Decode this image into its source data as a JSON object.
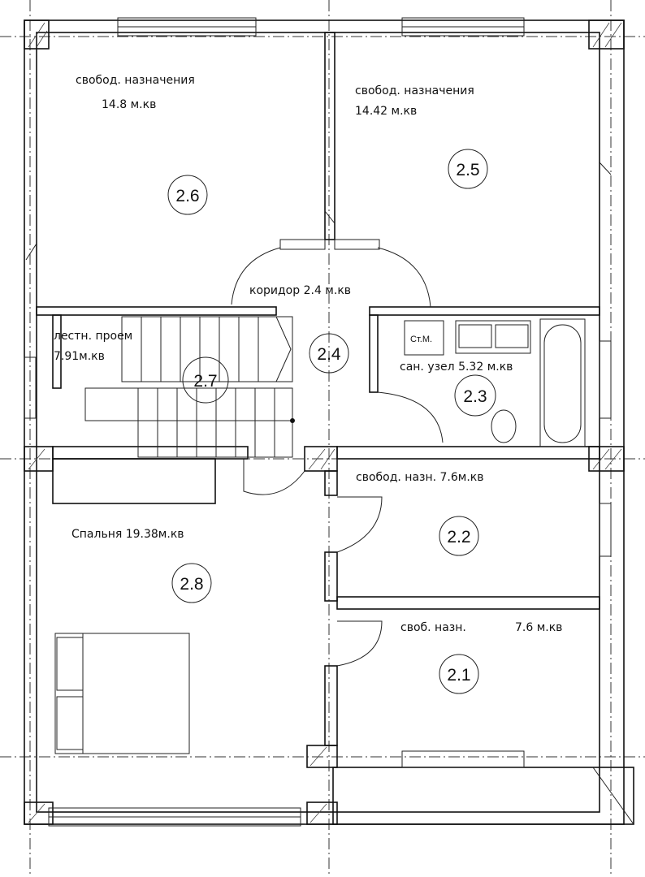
{
  "plan": {
    "rooms": [
      {
        "id": "2.6",
        "name": "свобод. назначения",
        "area": "14.8 м.кв"
      },
      {
        "id": "2.5",
        "name": "свобод. назначения",
        "area": "14.42 м.кв"
      },
      {
        "id": "2.4",
        "name": "коридор 2.4 м.кв"
      },
      {
        "id": "2.7",
        "name": "лестн. проем",
        "area": "7.91м.кв"
      },
      {
        "id": "2.3",
        "name": "сан. узел 5.32 м.кв",
        "fixture": "Ст.М."
      },
      {
        "id": "2.2",
        "name": "свобод. назн. 7.6м.кв"
      },
      {
        "id": "2.8",
        "name": "Спальня 19.38м.кв"
      },
      {
        "id": "2.1",
        "name": "своб. назн.",
        "area": "7.6 м.кв"
      }
    ]
  }
}
